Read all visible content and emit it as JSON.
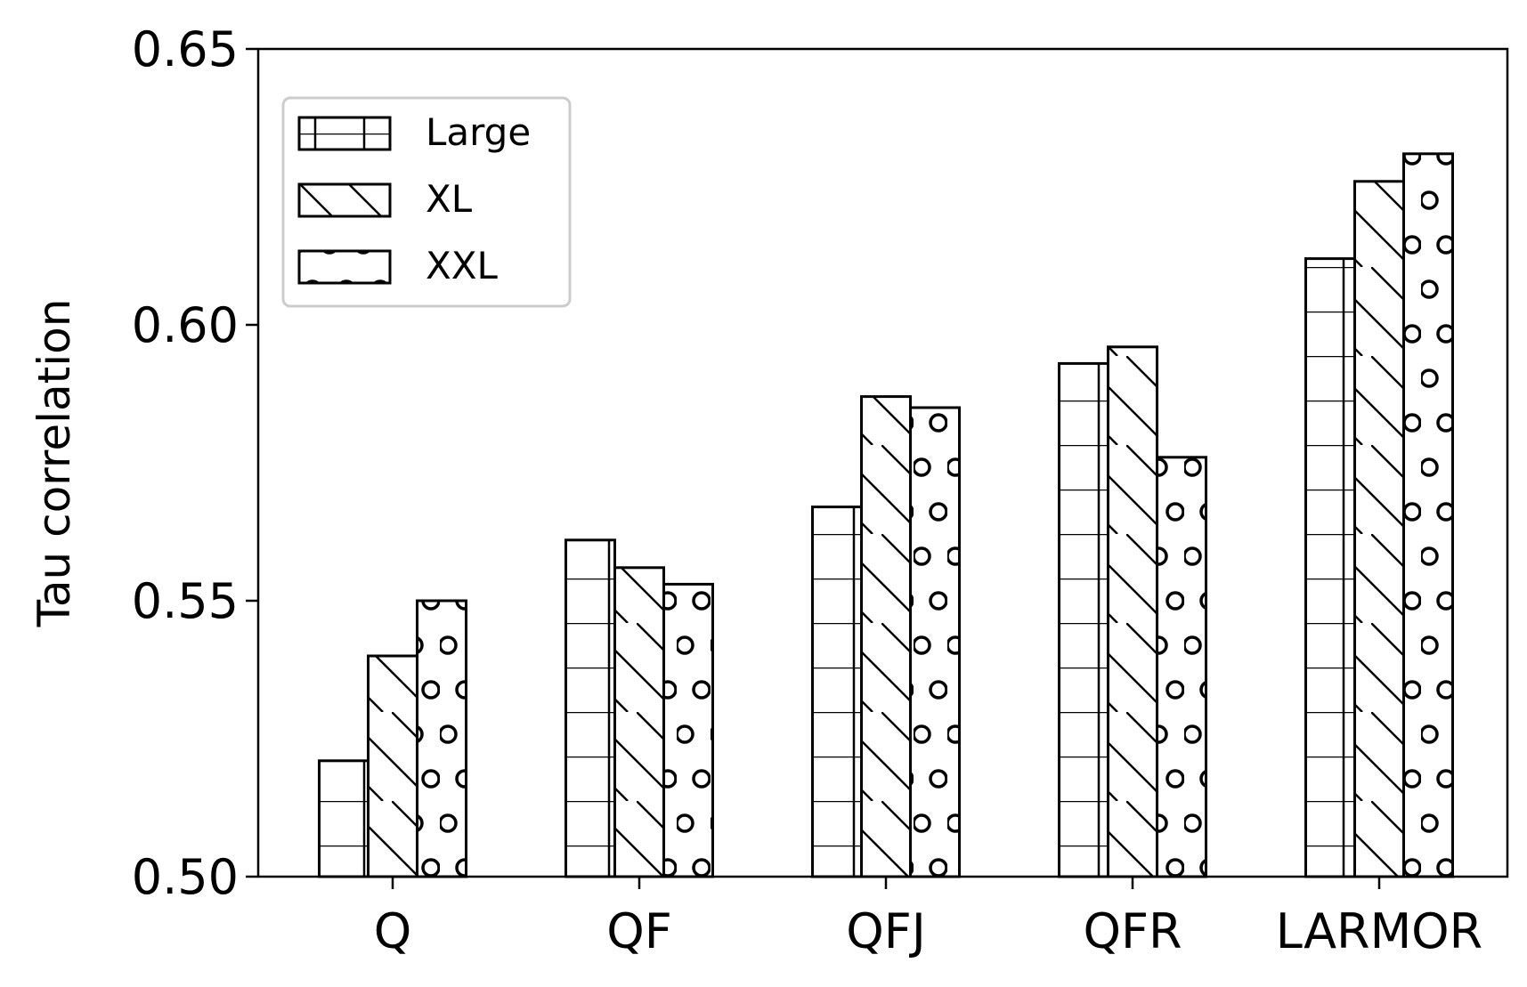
{
  "chart_data": {
    "type": "bar",
    "title": "",
    "xlabel": "",
    "ylabel": "Tau correlation",
    "ylim": [
      0.5,
      0.65
    ],
    "yticks": [
      "0.50",
      "0.55",
      "0.60",
      "0.65"
    ],
    "categories": [
      "Q",
      "QF",
      "QFJ",
      "QFR",
      "LARMOR"
    ],
    "series": [
      {
        "name": "Large",
        "pattern": "grid",
        "values": [
          0.521,
          0.561,
          0.567,
          0.593,
          0.612
        ]
      },
      {
        "name": "XL",
        "pattern": "hatch",
        "values": [
          0.54,
          0.556,
          0.587,
          0.596,
          0.626
        ]
      },
      {
        "name": "XXL",
        "pattern": "circles",
        "values": [
          0.55,
          0.553,
          0.585,
          0.576,
          0.631
        ]
      }
    ],
    "grid": false,
    "legend_position": "top-left",
    "colors": {
      "bar_fill": "#ffffff",
      "bar_edge": "#000000",
      "legend_border": "#cccccc"
    }
  }
}
